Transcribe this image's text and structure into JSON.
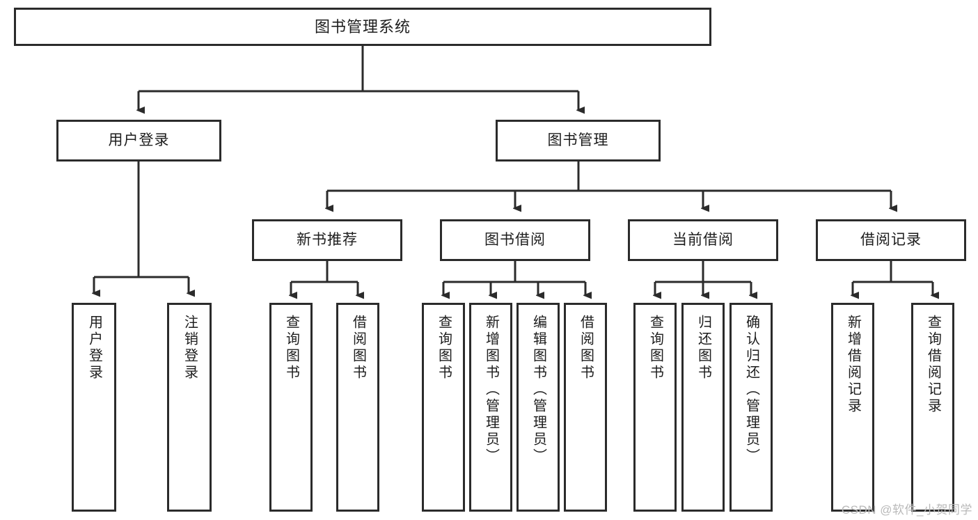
{
  "diagram": {
    "title": "图书管理系统",
    "type": "tree-hierarchy-diagram",
    "colors": {
      "box_border": "#2b2b2b",
      "box_fill": "#ffffff",
      "edge": "#2b2b2b",
      "text": "#1d1d1d",
      "watermark": "#b9b9b9",
      "background": "#ffffff"
    },
    "nodes": {
      "root": {
        "label": "图书管理系统"
      },
      "level1": [
        {
          "label": "用户登录"
        },
        {
          "label": "图书管理"
        }
      ],
      "level2": [
        {
          "label": "新书推荐"
        },
        {
          "label": "图书借阅"
        },
        {
          "label": "当前借阅"
        },
        {
          "label": "借阅记录"
        }
      ],
      "leaves_user_login": [
        {
          "label": "用户登录"
        },
        {
          "label": "注销登录"
        }
      ],
      "leaves_new_books": [
        {
          "label": "查询图书"
        },
        {
          "label": "借阅图书"
        }
      ],
      "leaves_borrow": [
        {
          "label": "查询图书"
        },
        {
          "label": "新增图书（管理员）"
        },
        {
          "label": "编辑图书（管理员）"
        },
        {
          "label": "借阅图书"
        }
      ],
      "leaves_current": [
        {
          "label": "查询图书"
        },
        {
          "label": "归还图书"
        },
        {
          "label": "确认归还（管理员）"
        }
      ],
      "leaves_records": [
        {
          "label": "新增借阅记录"
        },
        {
          "label": "查询借阅记录"
        }
      ]
    },
    "watermark": "CSDN @软件_小贺同学"
  }
}
